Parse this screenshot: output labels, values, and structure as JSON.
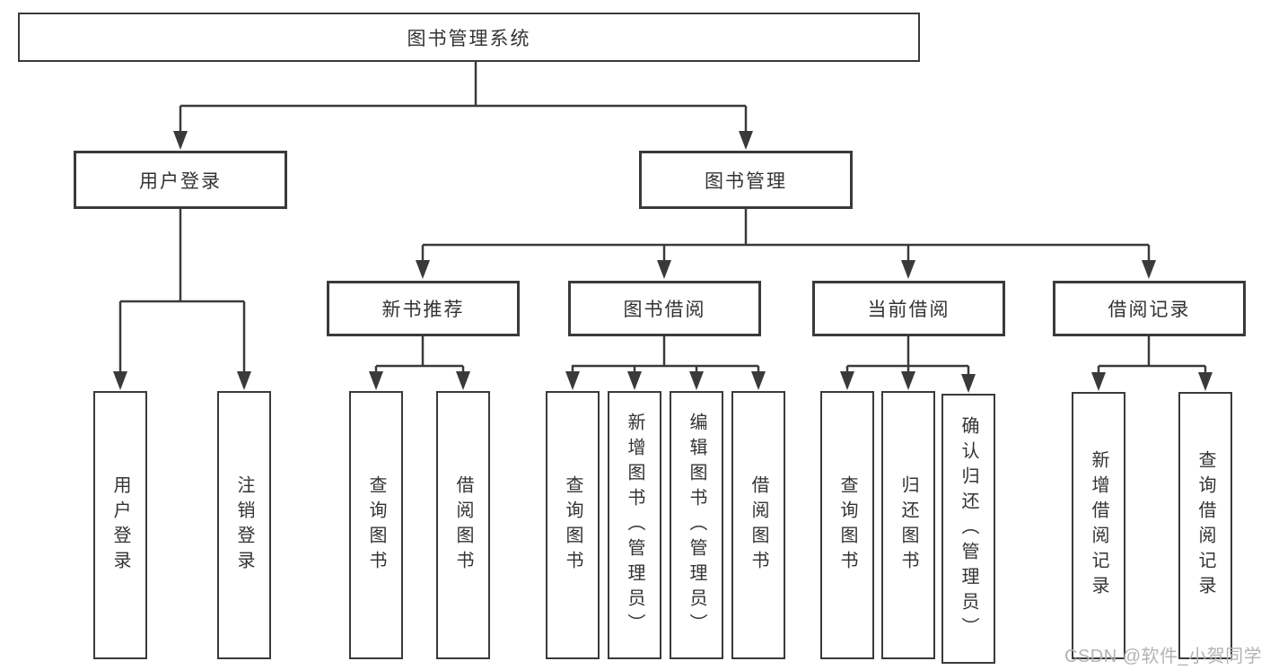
{
  "diagram": {
    "root": {
      "label": "图书管理系统"
    },
    "level1": {
      "user_login": {
        "label": "用户登录"
      },
      "book_mgmt": {
        "label": "图书管理"
      }
    },
    "level2": {
      "new_book_rec": {
        "label": "新书推荐"
      },
      "book_borrow": {
        "label": "图书借阅"
      },
      "current_borrow": {
        "label": "当前借阅"
      },
      "borrow_record": {
        "label": "借阅记录"
      }
    },
    "leaves": {
      "user_login_action": {
        "label": "用户登录"
      },
      "logout_action": {
        "label": "注销登录"
      },
      "rec_query_books": {
        "label": "查询图书"
      },
      "rec_borrow_books": {
        "label": "借阅图书"
      },
      "bb_query_books": {
        "label": "查询图书"
      },
      "bb_add_books": {
        "label": "新增图书（管理员）"
      },
      "bb_edit_books": {
        "label": "编辑图书（管理员）"
      },
      "bb_borrow_books": {
        "label": "借阅图书"
      },
      "cb_query_books": {
        "label": "查询图书"
      },
      "cb_return_books": {
        "label": "归还图书"
      },
      "cb_confirm_return": {
        "label": "确认归还（管理员）"
      },
      "br_add_record": {
        "label": "新增借阅记录"
      },
      "br_query_record": {
        "label": "查询借阅记录"
      }
    }
  },
  "watermark": {
    "text": "CSDN @软件_小贺同学"
  },
  "colors": {
    "line": "#3a3a3a",
    "text": "#333333",
    "watermark": "#b3b3b3",
    "node_background": "#ffffff"
  }
}
